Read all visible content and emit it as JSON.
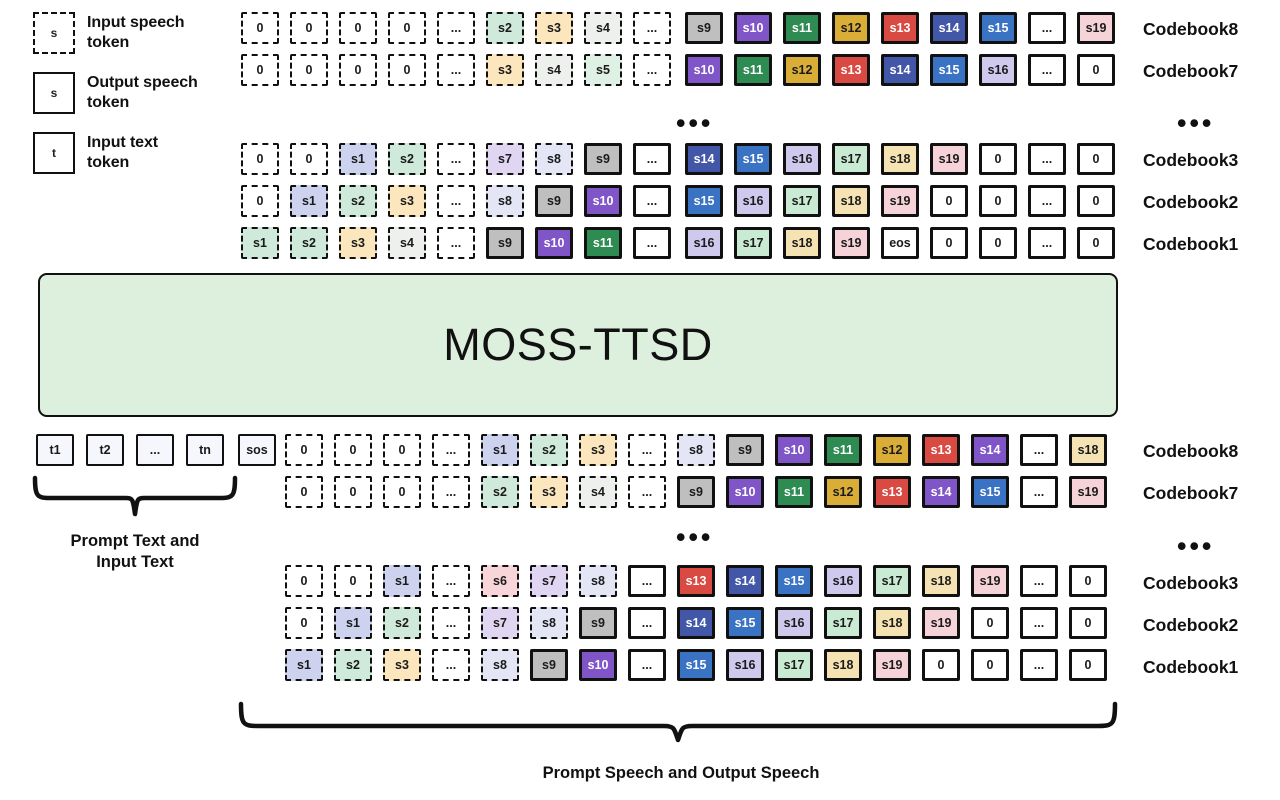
{
  "legend": [
    {
      "glyph": "s",
      "style": "dashed",
      "label": "Input speech\ntoken",
      "name": "input-speech-token"
    },
    {
      "glyph": "s",
      "style": "solid",
      "label": "Output speech\ntoken",
      "name": "output-speech-token"
    },
    {
      "glyph": "t",
      "style": "solid",
      "label": "Input text\ntoken",
      "name": "input-text-token"
    }
  ],
  "model": {
    "title": "MOSS-TTSD"
  },
  "colors": {
    "blank": "#ffffff",
    "s1": "#cdd3ef",
    "s2": "#cfeada",
    "s3": "#fbe6bd",
    "s4": "#eef0ee",
    "s5": "#dff0e5",
    "s6": "#f8d5d8",
    "s7": "#e0d6f2",
    "s8": "#e4e6f5",
    "s9": "#bfbfbf",
    "s10": "#8055c8",
    "s11": "#2e8b52",
    "s12": "#d9ad36",
    "s13": "#d94a42",
    "s14": "#4257a8",
    "s15": "#3a72c4",
    "s16": "#cfc9ee",
    "s17": "#c9ead3",
    "s18": "#f5e3b3",
    "s19": "#f5d3d8"
  },
  "codebook_labels": {
    "cb8": "Codebook8",
    "cb7": "Codebook7",
    "cb3": "Codebook3",
    "cb2": "Codebook2",
    "cb1": "Codebook1",
    "ellipsis": "•••"
  },
  "text_tokens": [
    {
      "label": "t1"
    },
    {
      "label": "t2"
    },
    {
      "label": "..."
    },
    {
      "label": "tn"
    },
    {
      "label": "sos"
    }
  ],
  "braces": {
    "text": {
      "label": "Prompt Text and\nInput Text"
    },
    "speech": {
      "label": "Prompt Speech and Output Speech"
    }
  },
  "top_block": {
    "rows": [
      {
        "codebook": "Codebook8",
        "cells": [
          {
            "t": "0",
            "s": "dashed",
            "c": "blank"
          },
          {
            "t": "0",
            "s": "dashed",
            "c": "blank"
          },
          {
            "t": "0",
            "s": "dashed",
            "c": "blank"
          },
          {
            "t": "0",
            "s": "dashed",
            "c": "blank"
          },
          {
            "t": "...",
            "s": "dashed",
            "c": "blank"
          },
          {
            "t": "s2",
            "s": "dashed",
            "c": "s2"
          },
          {
            "t": "s3",
            "s": "dashed",
            "c": "s3"
          },
          {
            "t": "s4",
            "s": "dashed",
            "c": "s4"
          },
          {
            "t": "...",
            "s": "dashed",
            "c": "blank"
          },
          {
            "t": "s9",
            "s": "solid",
            "c": "s9"
          },
          {
            "t": "s10",
            "s": "solid",
            "c": "s10"
          },
          {
            "t": "s11",
            "s": "solid",
            "c": "s11"
          },
          {
            "t": "s12",
            "s": "solid",
            "c": "s12"
          },
          {
            "t": "s13",
            "s": "solid",
            "c": "s13"
          },
          {
            "t": "s14",
            "s": "solid",
            "c": "s14"
          },
          {
            "t": "s15",
            "s": "solid",
            "c": "s15"
          },
          {
            "t": "...",
            "s": "solid",
            "c": "blank"
          },
          {
            "t": "s19",
            "s": "solid",
            "c": "s19"
          }
        ]
      },
      {
        "codebook": "Codebook7",
        "cells": [
          {
            "t": "0",
            "s": "dashed",
            "c": "blank"
          },
          {
            "t": "0",
            "s": "dashed",
            "c": "blank"
          },
          {
            "t": "0",
            "s": "dashed",
            "c": "blank"
          },
          {
            "t": "0",
            "s": "dashed",
            "c": "blank"
          },
          {
            "t": "...",
            "s": "dashed",
            "c": "blank"
          },
          {
            "t": "s3",
            "s": "dashed",
            "c": "s3"
          },
          {
            "t": "s4",
            "s": "dashed",
            "c": "s4"
          },
          {
            "t": "s5",
            "s": "dashed",
            "c": "s5"
          },
          {
            "t": "...",
            "s": "dashed",
            "c": "blank"
          },
          {
            "t": "s10",
            "s": "solid",
            "c": "s10"
          },
          {
            "t": "s11",
            "s": "solid",
            "c": "s11"
          },
          {
            "t": "s12",
            "s": "solid",
            "c": "s12"
          },
          {
            "t": "s13",
            "s": "solid",
            "c": "s13"
          },
          {
            "t": "s14",
            "s": "solid",
            "c": "s14"
          },
          {
            "t": "s15",
            "s": "solid",
            "c": "s15"
          },
          {
            "t": "s16",
            "s": "solid",
            "c": "s16"
          },
          {
            "t": "...",
            "s": "solid",
            "c": "blank"
          },
          {
            "t": "0",
            "s": "solid",
            "c": "blank"
          }
        ]
      },
      {
        "codebook": "Codebook3",
        "cells": [
          {
            "t": "0",
            "s": "dashed",
            "c": "blank"
          },
          {
            "t": "0",
            "s": "dashed",
            "c": "blank"
          },
          {
            "t": "s1",
            "s": "dashed",
            "c": "s1"
          },
          {
            "t": "s2",
            "s": "dashed",
            "c": "s2"
          },
          {
            "t": "...",
            "s": "dashed",
            "c": "blank"
          },
          {
            "t": "s7",
            "s": "dashed",
            "c": "s7"
          },
          {
            "t": "s8",
            "s": "dashed",
            "c": "s8"
          },
          {
            "t": "s9",
            "s": "solid",
            "c": "s9"
          },
          {
            "t": "...",
            "s": "solid",
            "c": "blank"
          },
          {
            "t": "s14",
            "s": "solid",
            "c": "s14"
          },
          {
            "t": "s15",
            "s": "solid",
            "c": "s15"
          },
          {
            "t": "s16",
            "s": "solid",
            "c": "s16"
          },
          {
            "t": "s17",
            "s": "solid",
            "c": "s17"
          },
          {
            "t": "s18",
            "s": "solid",
            "c": "s18"
          },
          {
            "t": "s19",
            "s": "solid",
            "c": "s19"
          },
          {
            "t": "0",
            "s": "solid",
            "c": "blank"
          },
          {
            "t": "...",
            "s": "solid",
            "c": "blank"
          },
          {
            "t": "0",
            "s": "solid",
            "c": "blank"
          }
        ]
      },
      {
        "codebook": "Codebook2",
        "cells": [
          {
            "t": "0",
            "s": "dashed",
            "c": "blank"
          },
          {
            "t": "s1",
            "s": "dashed",
            "c": "s1"
          },
          {
            "t": "s2",
            "s": "dashed",
            "c": "s2"
          },
          {
            "t": "s3",
            "s": "dashed",
            "c": "s3"
          },
          {
            "t": "...",
            "s": "dashed",
            "c": "blank"
          },
          {
            "t": "s8",
            "s": "dashed",
            "c": "s8"
          },
          {
            "t": "s9",
            "s": "solid",
            "c": "s9"
          },
          {
            "t": "s10",
            "s": "solid",
            "c": "s10"
          },
          {
            "t": "...",
            "s": "solid",
            "c": "blank"
          },
          {
            "t": "s15",
            "s": "solid",
            "c": "s15"
          },
          {
            "t": "s16",
            "s": "solid",
            "c": "s16"
          },
          {
            "t": "s17",
            "s": "solid",
            "c": "s17"
          },
          {
            "t": "s18",
            "s": "solid",
            "c": "s18"
          },
          {
            "t": "s19",
            "s": "solid",
            "c": "s19"
          },
          {
            "t": "0",
            "s": "solid",
            "c": "blank"
          },
          {
            "t": "0",
            "s": "solid",
            "c": "blank"
          },
          {
            "t": "...",
            "s": "solid",
            "c": "blank"
          },
          {
            "t": "0",
            "s": "solid",
            "c": "blank"
          }
        ]
      },
      {
        "codebook": "Codebook1",
        "cells": [
          {
            "t": "s1",
            "s": "dashed",
            "c": "s2"
          },
          {
            "t": "s2",
            "s": "dashed",
            "c": "s2"
          },
          {
            "t": "s3",
            "s": "dashed",
            "c": "s3"
          },
          {
            "t": "s4",
            "s": "dashed",
            "c": "s4"
          },
          {
            "t": "...",
            "s": "dashed",
            "c": "blank"
          },
          {
            "t": "s9",
            "s": "solid",
            "c": "s9"
          },
          {
            "t": "s10",
            "s": "solid",
            "c": "s10"
          },
          {
            "t": "s11",
            "s": "solid",
            "c": "s11"
          },
          {
            "t": "...",
            "s": "solid",
            "c": "blank"
          },
          {
            "t": "s16",
            "s": "solid",
            "c": "s16"
          },
          {
            "t": "s17",
            "s": "solid",
            "c": "s17"
          },
          {
            "t": "s18",
            "s": "solid",
            "c": "s18"
          },
          {
            "t": "s19",
            "s": "solid",
            "c": "s19"
          },
          {
            "t": "eos",
            "s": "solid",
            "c": "blank"
          },
          {
            "t": "0",
            "s": "solid",
            "c": "blank"
          },
          {
            "t": "0",
            "s": "solid",
            "c": "blank"
          },
          {
            "t": "...",
            "s": "solid",
            "c": "blank"
          },
          {
            "t": "0",
            "s": "solid",
            "c": "blank"
          }
        ]
      }
    ]
  },
  "bottom_block": {
    "rows": [
      {
        "codebook": "Codebook8",
        "cells": [
          {
            "t": "0",
            "s": "dashed",
            "c": "blank"
          },
          {
            "t": "0",
            "s": "dashed",
            "c": "blank"
          },
          {
            "t": "0",
            "s": "dashed",
            "c": "blank"
          },
          {
            "t": "...",
            "s": "dashed",
            "c": "blank"
          },
          {
            "t": "s1",
            "s": "dashed",
            "c": "s1"
          },
          {
            "t": "s2",
            "s": "dashed",
            "c": "s2"
          },
          {
            "t": "s3",
            "s": "dashed",
            "c": "s3"
          },
          {
            "t": "...",
            "s": "dashed",
            "c": "blank"
          },
          {
            "t": "s8",
            "s": "dashed",
            "c": "s8"
          },
          {
            "t": "s9",
            "s": "solid",
            "c": "s9"
          },
          {
            "t": "s10",
            "s": "solid",
            "c": "s10"
          },
          {
            "t": "s11",
            "s": "solid",
            "c": "s11"
          },
          {
            "t": "s12",
            "s": "solid",
            "c": "s12"
          },
          {
            "t": "s13",
            "s": "solid",
            "c": "s13"
          },
          {
            "t": "s14",
            "s": "solid",
            "c": "s10"
          },
          {
            "t": "...",
            "s": "solid",
            "c": "blank"
          },
          {
            "t": "s18",
            "s": "solid",
            "c": "s18"
          }
        ]
      },
      {
        "codebook": "Codebook7",
        "cells": [
          {
            "t": "0",
            "s": "dashed",
            "c": "blank"
          },
          {
            "t": "0",
            "s": "dashed",
            "c": "blank"
          },
          {
            "t": "0",
            "s": "dashed",
            "c": "blank"
          },
          {
            "t": "...",
            "s": "dashed",
            "c": "blank"
          },
          {
            "t": "s2",
            "s": "dashed",
            "c": "s2"
          },
          {
            "t": "s3",
            "s": "dashed",
            "c": "s3"
          },
          {
            "t": "s4",
            "s": "dashed",
            "c": "s4"
          },
          {
            "t": "...",
            "s": "dashed",
            "c": "blank"
          },
          {
            "t": "s9",
            "s": "solid",
            "c": "s9"
          },
          {
            "t": "s10",
            "s": "solid",
            "c": "s10"
          },
          {
            "t": "s11",
            "s": "solid",
            "c": "s11"
          },
          {
            "t": "s12",
            "s": "solid",
            "c": "s12"
          },
          {
            "t": "s13",
            "s": "solid",
            "c": "s13"
          },
          {
            "t": "s14",
            "s": "solid",
            "c": "s10"
          },
          {
            "t": "s15",
            "s": "solid",
            "c": "s15"
          },
          {
            "t": "...",
            "s": "solid",
            "c": "blank"
          },
          {
            "t": "s19",
            "s": "solid",
            "c": "s19"
          }
        ]
      },
      {
        "codebook": "Codebook3",
        "cells": [
          {
            "t": "0",
            "s": "dashed",
            "c": "blank"
          },
          {
            "t": "0",
            "s": "dashed",
            "c": "blank"
          },
          {
            "t": "s1",
            "s": "dashed",
            "c": "s1"
          },
          {
            "t": "...",
            "s": "dashed",
            "c": "blank"
          },
          {
            "t": "s6",
            "s": "dashed",
            "c": "s6"
          },
          {
            "t": "s7",
            "s": "dashed",
            "c": "s7"
          },
          {
            "t": "s8",
            "s": "dashed",
            "c": "s8"
          },
          {
            "t": "...",
            "s": "solid",
            "c": "blank"
          },
          {
            "t": "s13",
            "s": "solid",
            "c": "s13"
          },
          {
            "t": "s14",
            "s": "solid",
            "c": "s14"
          },
          {
            "t": "s15",
            "s": "solid",
            "c": "s15"
          },
          {
            "t": "s16",
            "s": "solid",
            "c": "s16"
          },
          {
            "t": "s17",
            "s": "solid",
            "c": "s17"
          },
          {
            "t": "s18",
            "s": "solid",
            "c": "s18"
          },
          {
            "t": "s19",
            "s": "solid",
            "c": "s19"
          },
          {
            "t": "...",
            "s": "solid",
            "c": "blank"
          },
          {
            "t": "0",
            "s": "solid",
            "c": "blank"
          }
        ]
      },
      {
        "codebook": "Codebook2",
        "cells": [
          {
            "t": "0",
            "s": "dashed",
            "c": "blank"
          },
          {
            "t": "s1",
            "s": "dashed",
            "c": "s1"
          },
          {
            "t": "s2",
            "s": "dashed",
            "c": "s2"
          },
          {
            "t": "...",
            "s": "dashed",
            "c": "blank"
          },
          {
            "t": "s7",
            "s": "dashed",
            "c": "s7"
          },
          {
            "t": "s8",
            "s": "dashed",
            "c": "s8"
          },
          {
            "t": "s9",
            "s": "solid",
            "c": "s9"
          },
          {
            "t": "...",
            "s": "solid",
            "c": "blank"
          },
          {
            "t": "s14",
            "s": "solid",
            "c": "s14"
          },
          {
            "t": "s15",
            "s": "solid",
            "c": "s15"
          },
          {
            "t": "s16",
            "s": "solid",
            "c": "s16"
          },
          {
            "t": "s17",
            "s": "solid",
            "c": "s17"
          },
          {
            "t": "s18",
            "s": "solid",
            "c": "s18"
          },
          {
            "t": "s19",
            "s": "solid",
            "c": "s19"
          },
          {
            "t": "0",
            "s": "solid",
            "c": "blank"
          },
          {
            "t": "...",
            "s": "solid",
            "c": "blank"
          },
          {
            "t": "0",
            "s": "solid",
            "c": "blank"
          }
        ]
      },
      {
        "codebook": "Codebook1",
        "cells": [
          {
            "t": "s1",
            "s": "dashed",
            "c": "s1"
          },
          {
            "t": "s2",
            "s": "dashed",
            "c": "s2"
          },
          {
            "t": "s3",
            "s": "dashed",
            "c": "s3"
          },
          {
            "t": "...",
            "s": "dashed",
            "c": "blank"
          },
          {
            "t": "s8",
            "s": "dashed",
            "c": "s8"
          },
          {
            "t": "s9",
            "s": "solid",
            "c": "s9"
          },
          {
            "t": "s10",
            "s": "solid",
            "c": "s10"
          },
          {
            "t": "...",
            "s": "solid",
            "c": "blank"
          },
          {
            "t": "s15",
            "s": "solid",
            "c": "s15"
          },
          {
            "t": "s16",
            "s": "solid",
            "c": "s16"
          },
          {
            "t": "s17",
            "s": "solid",
            "c": "s17"
          },
          {
            "t": "s18",
            "s": "solid",
            "c": "s18"
          },
          {
            "t": "s19",
            "s": "solid",
            "c": "s19"
          },
          {
            "t": "0",
            "s": "solid",
            "c": "blank"
          },
          {
            "t": "0",
            "s": "solid",
            "c": "blank"
          },
          {
            "t": "...",
            "s": "solid",
            "c": "blank"
          },
          {
            "t": "0",
            "s": "solid",
            "c": "blank"
          }
        ]
      }
    ]
  }
}
